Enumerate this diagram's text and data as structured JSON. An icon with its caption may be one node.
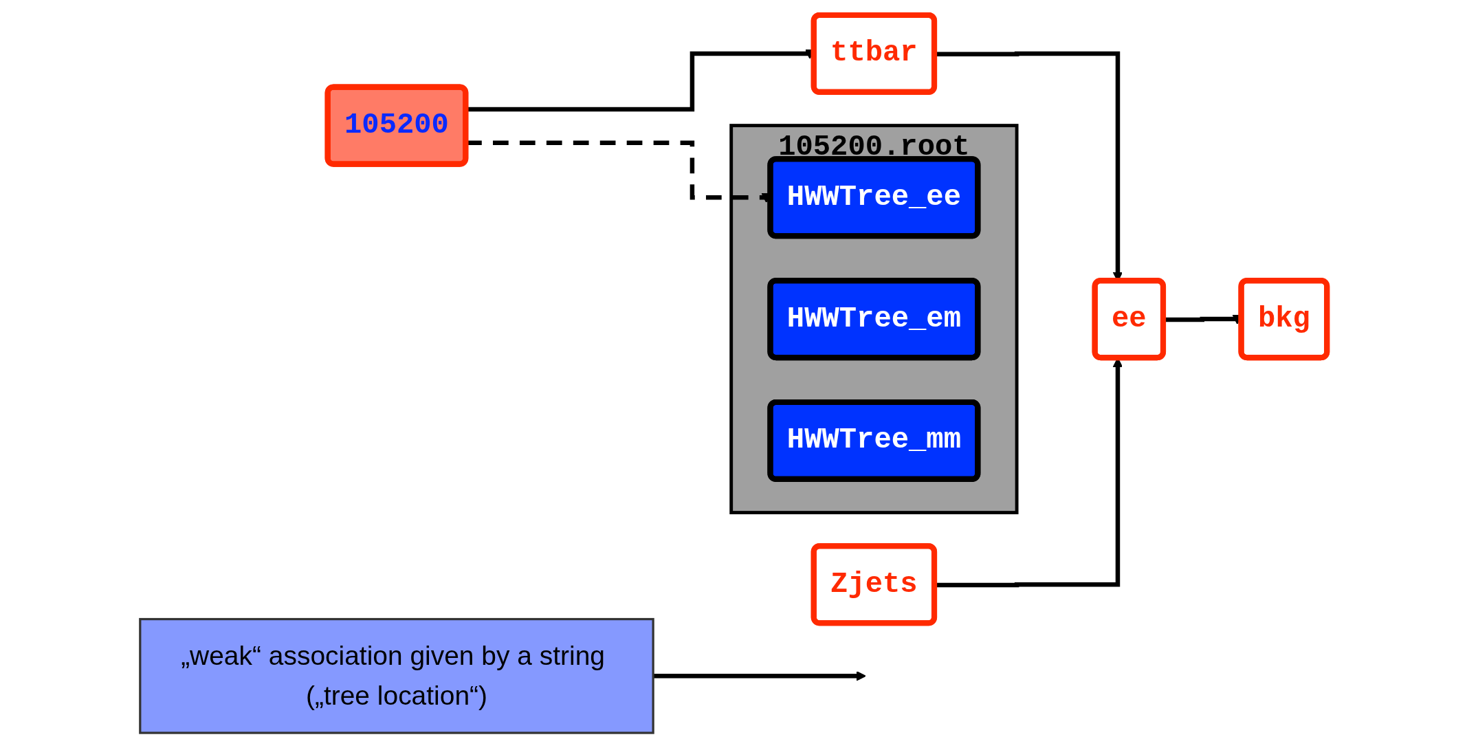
{
  "diagram": {
    "nodes": [
      {
        "text": [
          "bkg"
        ]
      },
      {
        "text": [
          "ee"
        ]
      },
      {
        "text": [
          "ttbar"
        ]
      },
      {
        "text": [
          "105200"
        ]
      },
      {
        "text": [
          "Zjets"
        ]
      },
      {
        "text": [
          "105200.root"
        ]
      },
      {
        "text": [
          "HWWTree_ee"
        ],
        "in": 5
      },
      {
        "text": [
          "HWWTree_em"
        ],
        "in": 5
      },
      {
        "text": [
          "HWWTree_mm"
        ],
        "in": 5
      },
      {
        "text": [
          "„weak“ association given by a string („tree location“)"
        ]
      }
    ],
    "edges": [
      {
        "from": 1,
        "to": 0,
        "arrow": "to"
      },
      {
        "from": 2,
        "to": 1,
        "arrow": "to"
      },
      {
        "from": 3,
        "to": 2,
        "arrow": "to"
      },
      {
        "from": 4,
        "to": 1,
        "arrow": "to"
      },
      {
        "from": 3,
        "to": 6,
        "arrow": "to",
        "style": "dashed"
      },
      {
        "from": 9,
        "to": null,
        "arrow": "to"
      }
    ]
  }
}
